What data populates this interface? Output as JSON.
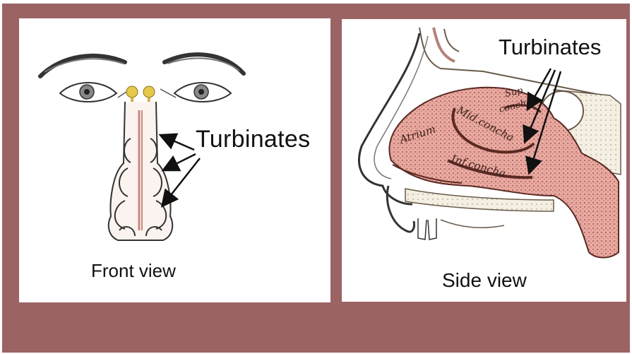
{
  "front_panel": {
    "label": "Turbinates",
    "caption": "Front view"
  },
  "side_panel": {
    "label": "Turbinates",
    "caption": "Side view",
    "annotations": {
      "sup": "Sup",
      "concha_top": "concha",
      "mid": "Mid.concha",
      "atrium": "Atrium",
      "inf": "Inf.concha"
    }
  },
  "colors": {
    "background": "#9b6364",
    "panel": "#ffffff",
    "tissue": "#e9a8a0",
    "sinus": "#e6c84a"
  }
}
